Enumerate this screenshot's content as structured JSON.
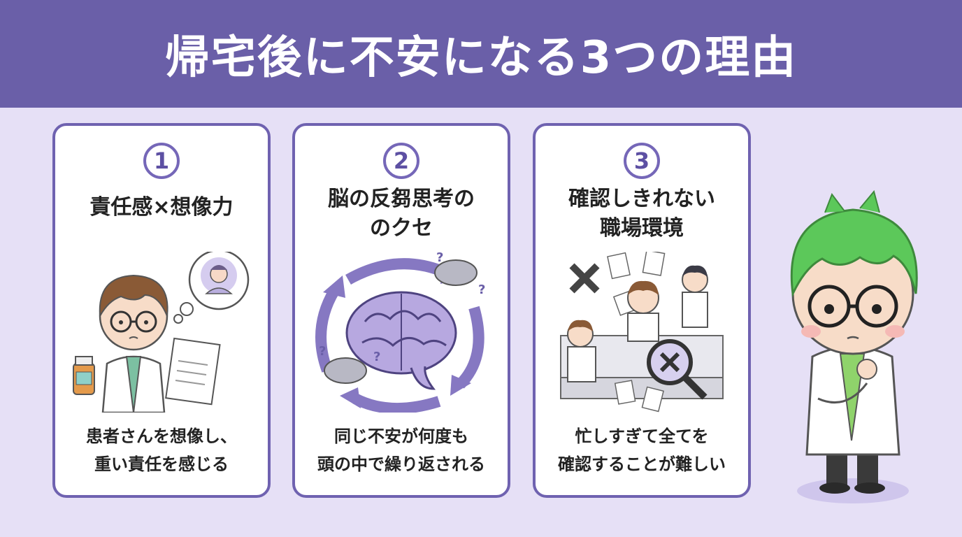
{
  "header": {
    "title": "帰宅後に不安になる3つの理由"
  },
  "cards": [
    {
      "number": "1",
      "title_lines": [
        "責任感×想像力"
      ],
      "desc_lines": [
        "患者さんを想像し、",
        "重い責任を感じる"
      ]
    },
    {
      "number": "2",
      "title_lines": [
        "脳の反芻思考の",
        "のクセ"
      ],
      "desc_lines": [
        "同じ不安が何度も",
        "頭の中で繰り返される"
      ]
    },
    {
      "number": "3",
      "title_lines": [
        "確認しきれない",
        "職場環境"
      ],
      "desc_lines": [
        "忙しすぎて全てを",
        "確認することが難しい"
      ]
    }
  ],
  "colors": {
    "header_bg": "#6a5fa8",
    "page_bg": "#e6e0f6",
    "card_border": "#6f62b0",
    "accent": "#7567b8"
  }
}
